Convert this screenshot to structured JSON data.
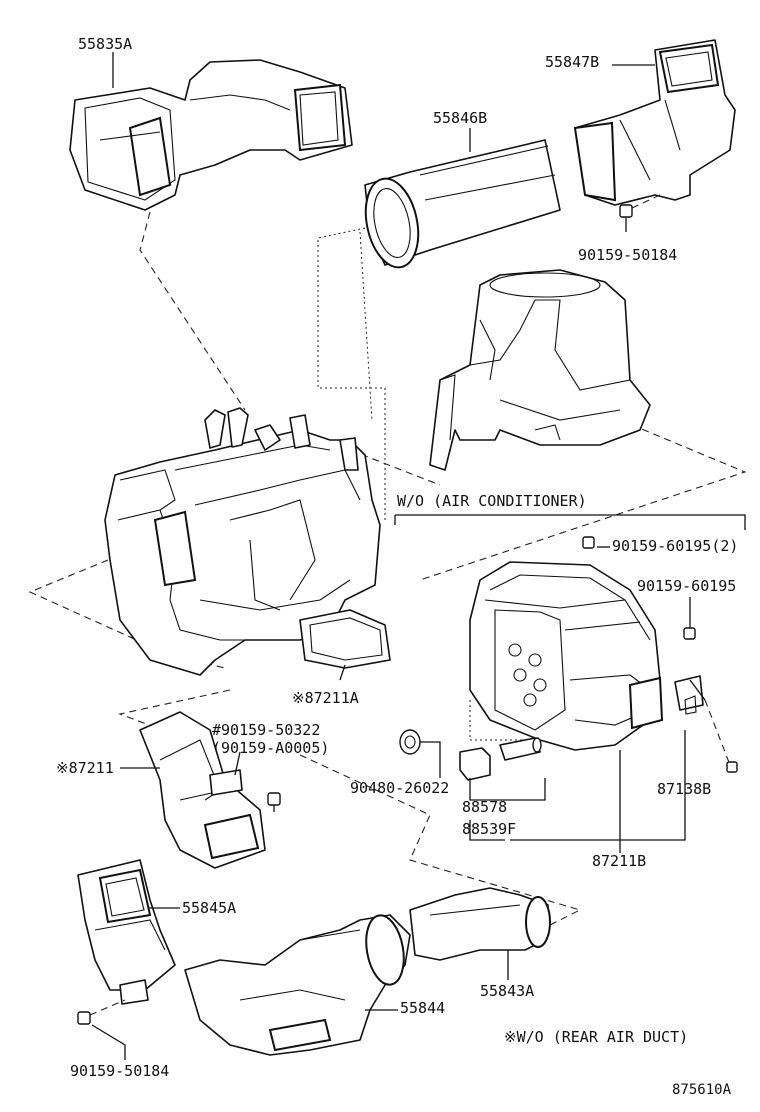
{
  "labels": {
    "p55835A": "55835A",
    "p55847B": "55847B",
    "p55846B": "55846B",
    "p90159_50184_top": "90159-50184",
    "wo_air_conditioner": "W/O (AIR CONDITIONER)",
    "p90159_60195_2": "90159-60195(2)",
    "p90159_60195": "90159-60195",
    "p87211A": "※87211A",
    "p90159_50322": "#90159-50322",
    "p90159_A0005": "(90159-A0005)",
    "p87211": "※87211",
    "p90480_26022": "90480-26022",
    "p88578": "88578",
    "p88539F": "88539F",
    "p87138B": "87138B",
    "p87211B": "87211B",
    "p55845A": "55845A",
    "p55844": "55844",
    "p55843A": "55843A",
    "p90159_50184_bottom": "90159-50184",
    "wo_rear_air_duct": "※W/O (REAR AIR DUCT)",
    "diagram_id": "875610A"
  }
}
